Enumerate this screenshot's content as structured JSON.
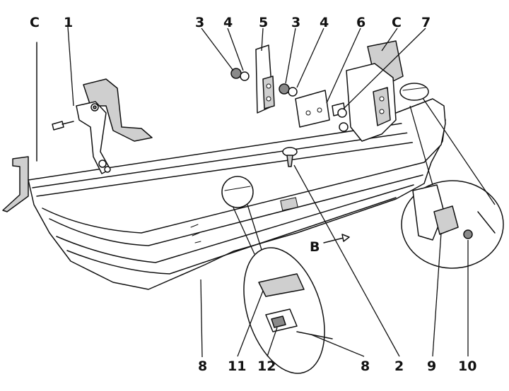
{
  "labels": {
    "c_left": "C",
    "n1": "1",
    "n3a": "3",
    "n4a": "4",
    "n5": "5",
    "n3b": "3",
    "n4b": "4",
    "n6": "6",
    "c_right": "C",
    "n7": "7",
    "n8a": "8",
    "n11": "11",
    "n12": "12",
    "n8b": "8",
    "n2": "2",
    "n9": "9",
    "n10": "10",
    "arrow_b": "B"
  }
}
